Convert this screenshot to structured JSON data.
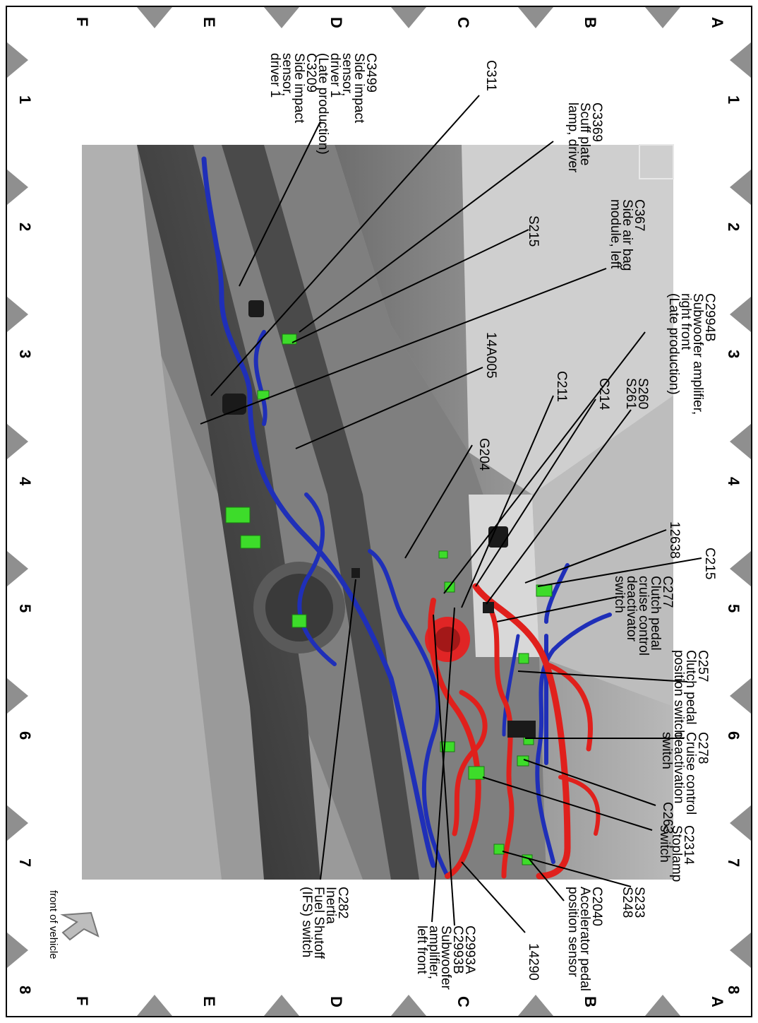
{
  "grid": {
    "cols": [
      "1",
      "2",
      "3",
      "4",
      "5",
      "6",
      "7",
      "8"
    ],
    "rows": [
      "A",
      "B",
      "C",
      "D",
      "E",
      "F"
    ]
  },
  "callouts": {
    "c3499": "C3499\nSide impact\nsensor,\ndriver 1\n(Late production)\nC3209\nSide impact\nsensor,\ndriver 1",
    "c311": "C311",
    "c3369": "C3369\nScuff plate\nlamp, driver",
    "s215": "S215",
    "c367": "C367\nSide air bag\nmodule, left",
    "c2994b": "C2994B\nSubwoofer amplifier,\nright front\n(Late production)",
    "a14a005": "14A005",
    "c211": "C211",
    "c214": "C214",
    "s260": "S260\nS261",
    "g204": "G204",
    "a12638": "12638",
    "c215": "C215",
    "c277": "C277\nClutch pedal\ncruise control\ndeactivator\nswitch",
    "c257": "C257\nClutch pedal\nposition switch",
    "c278": "C278\nCruise control\ndeactivation\nswitch",
    "c263": "C263",
    "c2314": "C2314\nStoplamp\nswitch",
    "s233": "S233\nS248",
    "c2040": "C2040\nAccelerator pedal\nposition sensor",
    "a14290": "14290",
    "c2993a": "C2993A\nC2993B\nSubwoofer\namplifier,\nleft front",
    "c282": "C282\nInertia\nFuel Shutoff\n(IFS) switch",
    "front": "front of vehicle"
  },
  "colors": {
    "harness_blue": "#1f2fb8",
    "harness_red": "#e0201c",
    "connector_green": "#3ddc2a",
    "body_gray": "#8a8a8a",
    "dark": "#3a3a3a"
  }
}
